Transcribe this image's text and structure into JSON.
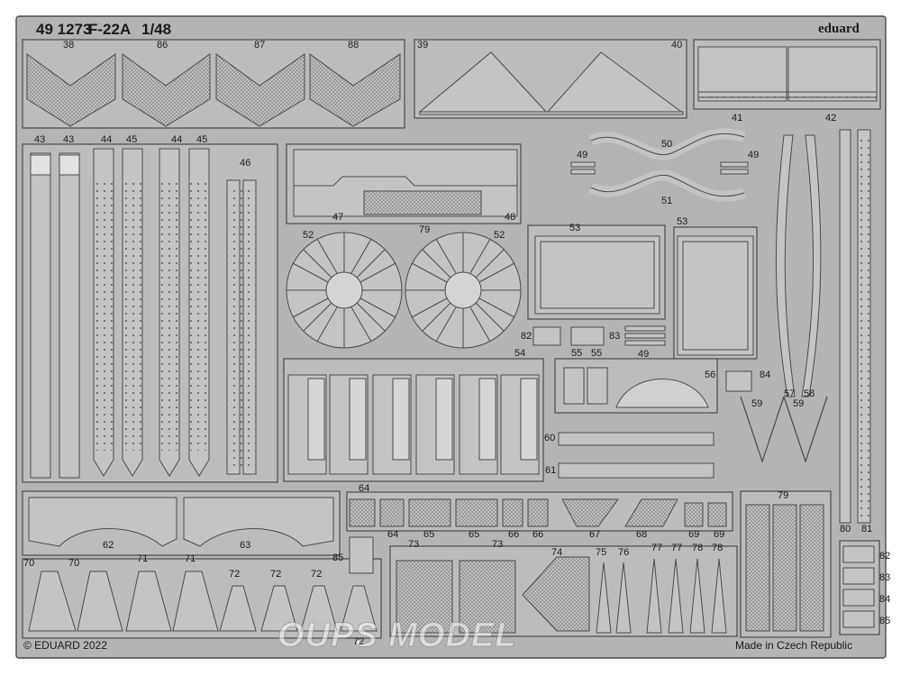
{
  "header": {
    "code": "49 1273",
    "model": "F-22A",
    "scale": "1/48",
    "brand": "eduard"
  },
  "footer": {
    "copyright": "© EDUARD 2022",
    "origin": "Made in Czech Republic"
  },
  "watermark": {
    "text": "OUPS MODEL"
  },
  "part_numbers": {
    "p38": "38",
    "p86": "86",
    "p87": "87",
    "p88": "88",
    "p39": "39",
    "p40": "40",
    "p41": "41",
    "p42": "42",
    "p43a": "43",
    "p43b": "43",
    "p44a": "44",
    "p45a": "45",
    "p44b": "44",
    "p45b": "45",
    "p46": "46",
    "p47": "47",
    "p48": "48",
    "p49a": "49",
    "p49b": "49",
    "p49c": "49",
    "p50": "50",
    "p51": "51",
    "p52a": "52",
    "p79a": "79",
    "p52b": "52",
    "p53a": "53",
    "p53b": "53",
    "p82a": "82",
    "p83a": "83",
    "p54": "54",
    "p55a": "55",
    "p55b": "55",
    "p56": "56",
    "p84a": "84",
    "p57": "57",
    "p58": "58",
    "p59a": "59",
    "p59b": "59",
    "p60": "60",
    "p61": "61",
    "p62": "62",
    "p63": "63",
    "p64a": "64",
    "p64b": "64",
    "p65a": "65",
    "p65b": "65",
    "p66a": "66",
    "p66b": "66",
    "p67": "67",
    "p68": "68",
    "p69a": "69",
    "p69b": "69",
    "p79b": "79",
    "p80": "80",
    "p81": "81",
    "p85a": "85",
    "p70a": "70",
    "p70b": "70",
    "p71a": "71",
    "p71b": "71",
    "p72a": "72",
    "p72b": "72",
    "p72c": "72",
    "p72d": "72",
    "p73a": "73",
    "p73b": "73",
    "p74": "74",
    "p75": "75",
    "p76": "76",
    "p77a": "77",
    "p77b": "77",
    "p78a": "78",
    "p78b": "78",
    "p82b": "82",
    "p83b": "83",
    "p84b": "84",
    "p85b": "85"
  },
  "colors": {
    "fret": "#b4b4b4",
    "part": "#c2c2c2",
    "line": "#4a4a4a",
    "background": "#ffffff"
  }
}
